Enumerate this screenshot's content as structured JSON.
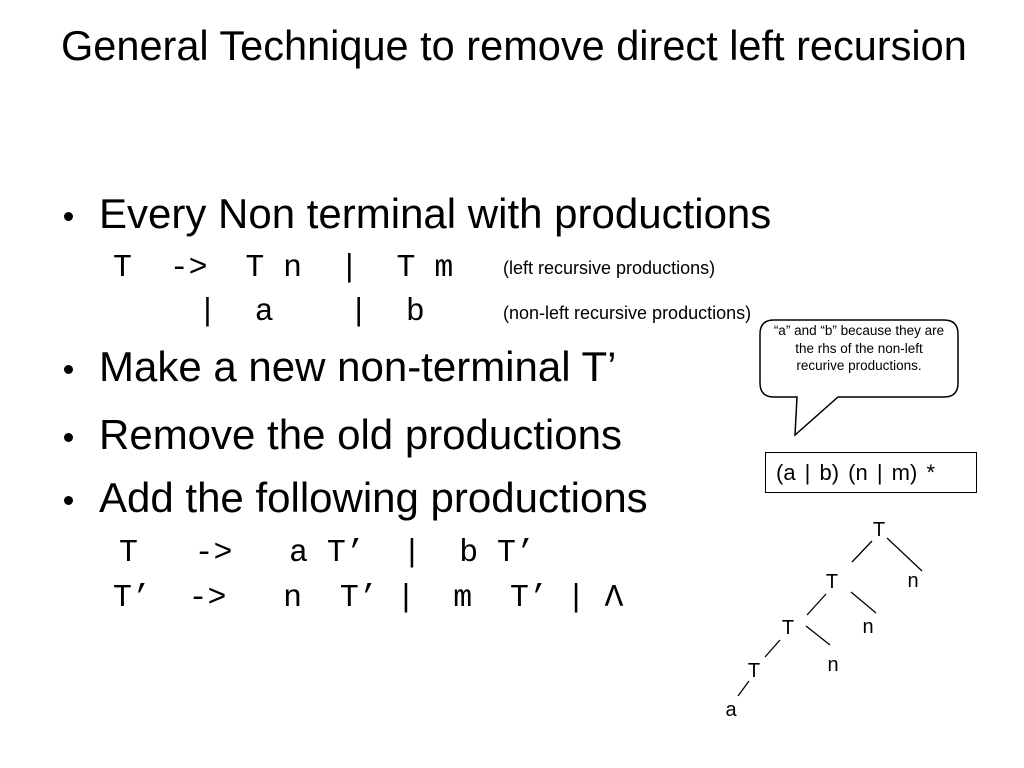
{
  "title": "General Technique to remove direct left recursion",
  "bullets": [
    "Every Non terminal with productions",
    "Make a new non-terminal T’",
    "Remove the old productions",
    "Add the following productions"
  ],
  "original_productions": [
    {
      "code": "T  ->  T n  |  T m",
      "note": "(left recursive productions)"
    },
    {
      "code": "|  a    |  b",
      "note": "(non-left recursive productions)"
    }
  ],
  "new_productions": [
    "T   ->   a T’  |  b T’",
    "T’  ->   n  T’ |  m  T’ | Λ"
  ],
  "callout": {
    "lines": [
      "“a” and “b” because they are",
      "the rhs of the non-left",
      "recurive productions."
    ]
  },
  "regex_box": "(a | b) (n | m) *",
  "parse_tree": {
    "nodes": [
      {
        "label": "T"
      },
      {
        "label": "T"
      },
      {
        "label": "n"
      },
      {
        "label": "T"
      },
      {
        "label": "n"
      },
      {
        "label": "T"
      },
      {
        "label": "n"
      },
      {
        "label": "a"
      }
    ]
  }
}
